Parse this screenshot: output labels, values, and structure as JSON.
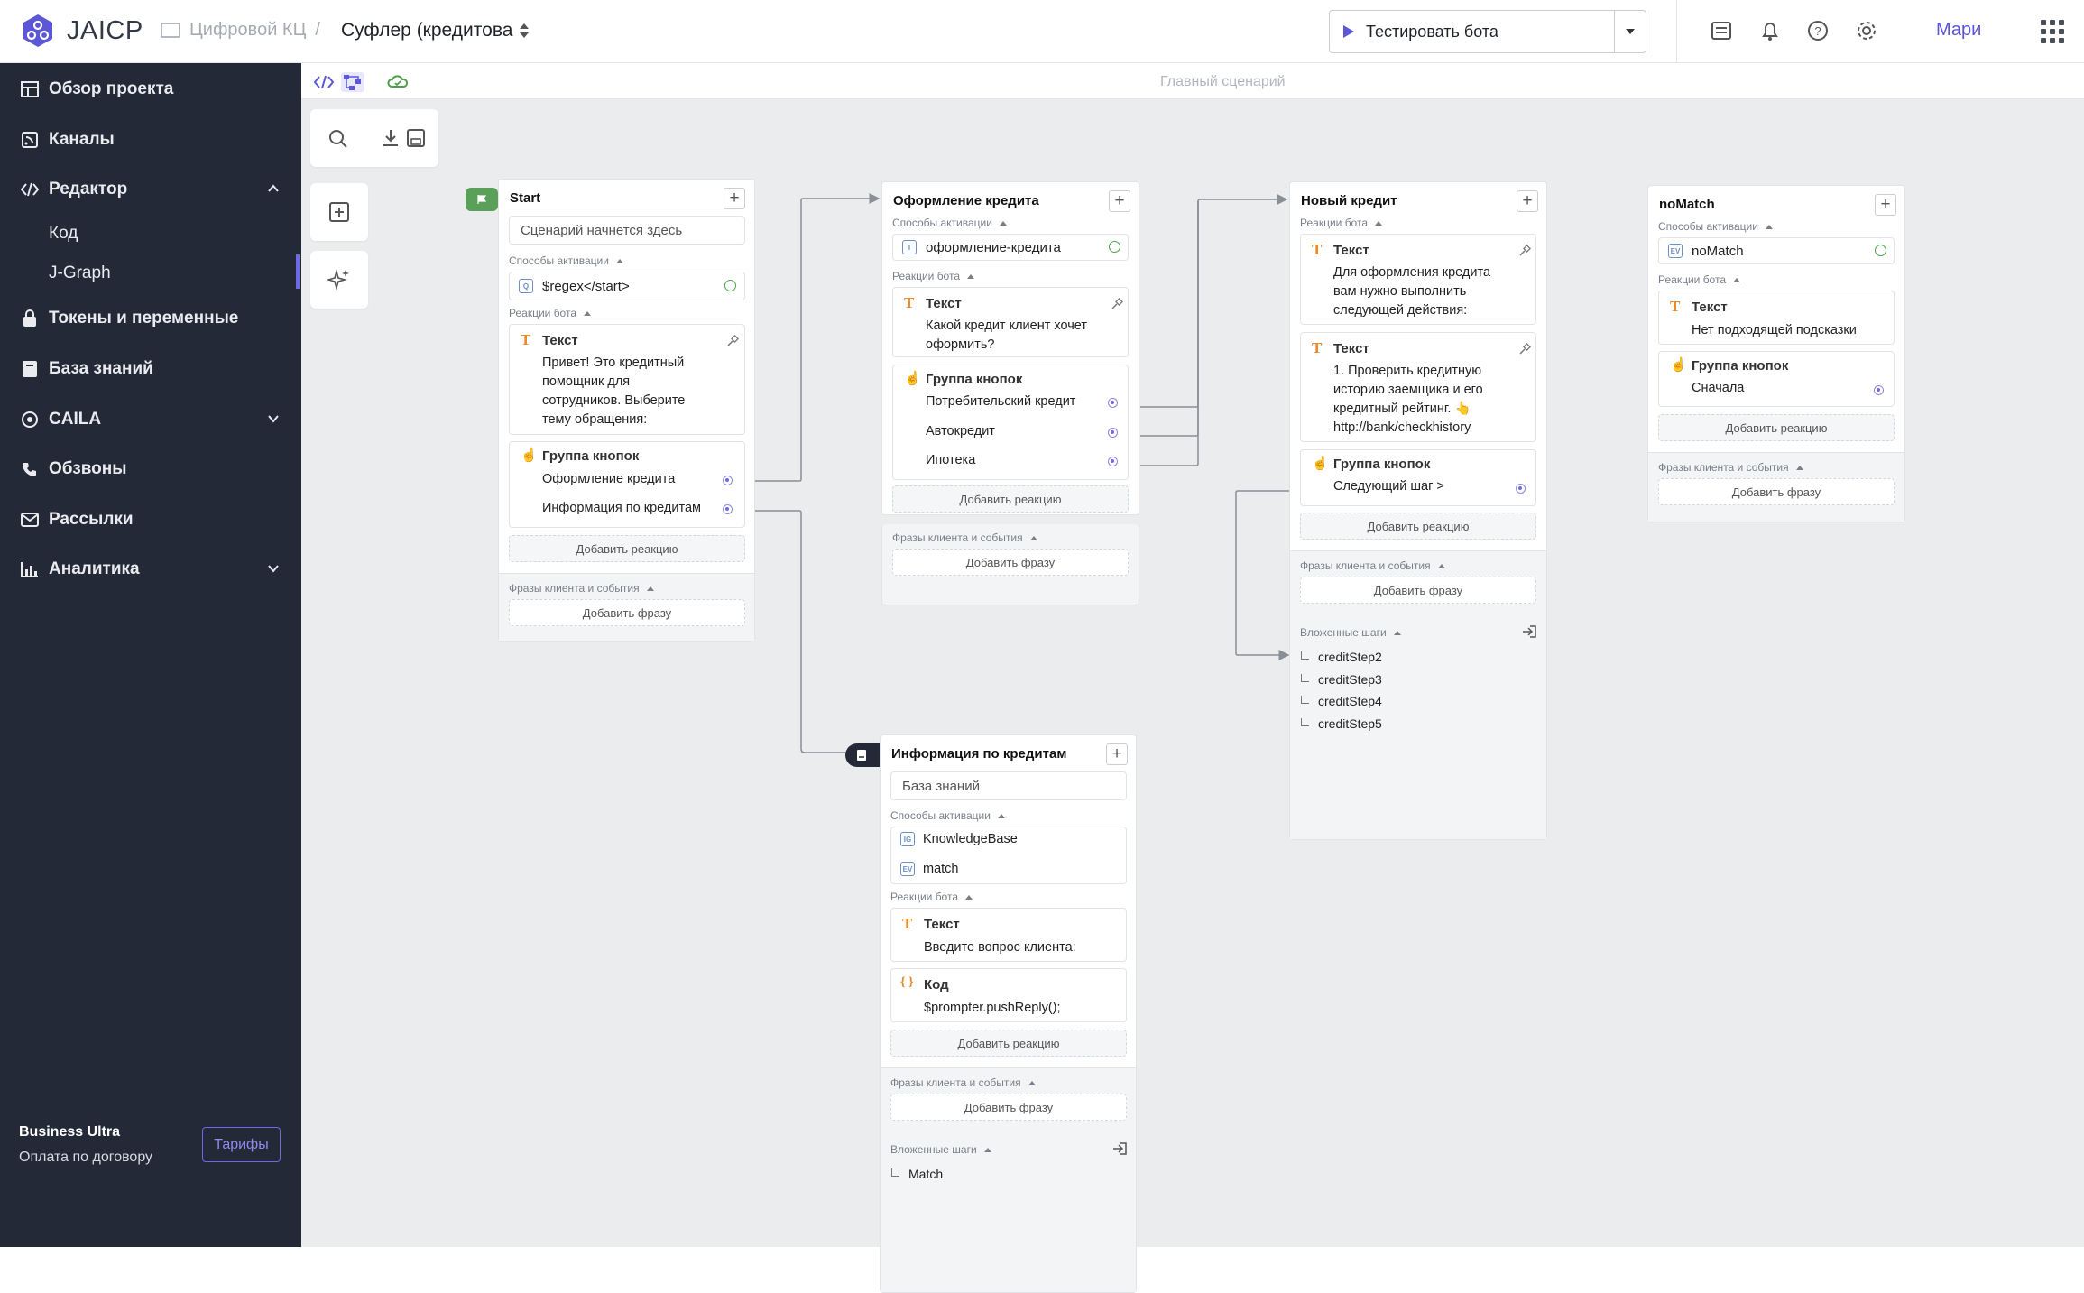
{
  "app": {
    "name": "JAICP",
    "breadcrumb_folder": "Цифровой КЦ",
    "breadcrumb_sep": "/",
    "project": "Суфлер (кредитова"
  },
  "header": {
    "test_button": "Тестировать бота",
    "user": "Мари"
  },
  "sidebar": {
    "items": [
      {
        "label": "Обзор проекта"
      },
      {
        "label": "Каналы"
      },
      {
        "label": "Редактор"
      },
      {
        "label": "Токены и переменные"
      },
      {
        "label": "База знаний"
      },
      {
        "label": "CAILA"
      },
      {
        "label": "Обзвоны"
      },
      {
        "label": "Рассылки"
      },
      {
        "label": "Аналитика"
      }
    ],
    "sub_items": [
      {
        "label": "Код"
      },
      {
        "label": "J-Graph"
      }
    ],
    "plan": "Business Ultra",
    "plan_note": "Оплата по договору",
    "tariffs_button": "Тарифы"
  },
  "canvas": {
    "scenario_title": "Главный сценарий"
  },
  "common": {
    "activation": "Способы активации",
    "reactions": "Реакции бота",
    "phrases": "Фразы клиента и события",
    "add_reaction": "Добавить реакцию",
    "add_phrase": "Добавить фразу",
    "text": "Текст",
    "buttons": "Группа кнопок",
    "code": "Код",
    "nested": "Вложенные шаги"
  },
  "cards": {
    "start": {
      "title": "Start",
      "placeholder": "Сценарий начнется здесь",
      "activation": "$regex</start>",
      "text": "Привет! Это кредитный помощник для сотрудников. Выберите тему обращения:",
      "buttons": [
        "Оформление кредита",
        "Информация по кредитам"
      ]
    },
    "oform": {
      "title": "Оформление кредита",
      "activation": "оформление-кредита",
      "text": "Какой кредит клиент хочет оформить?",
      "buttons": [
        "Потребительский кредит",
        "Автокредит",
        "Ипотека"
      ]
    },
    "novy": {
      "title": "Новый кредит",
      "text1": "Для оформления кредита вам нужно выполнить следующей действия:",
      "text2": "1. Проверить кредитную историю заемщика и его кредитный рейтинг. 👆 http://bank/checkhistory",
      "buttons": [
        "Следующий шаг >"
      ],
      "nested": [
        "creditStep2",
        "creditStep3",
        "creditStep4",
        "creditStep5"
      ]
    },
    "nomatch": {
      "title": "noMatch",
      "activation": "noMatch",
      "text": "Нет подходящей подсказки",
      "buttons": [
        "Сначала"
      ]
    },
    "info": {
      "title": "Информация по кредитам",
      "placeholder": "База знаний",
      "activation": [
        "KnowledgeBase",
        "match"
      ],
      "text": "Введите вопрос клиента:",
      "code": "$prompter.pushReply();",
      "nested": [
        "Match"
      ]
    }
  },
  "colors": {
    "sidebar": "#232936",
    "accent": "#6f6ae3",
    "canvas": "#ebecee",
    "text_icon": "#e8892b"
  }
}
